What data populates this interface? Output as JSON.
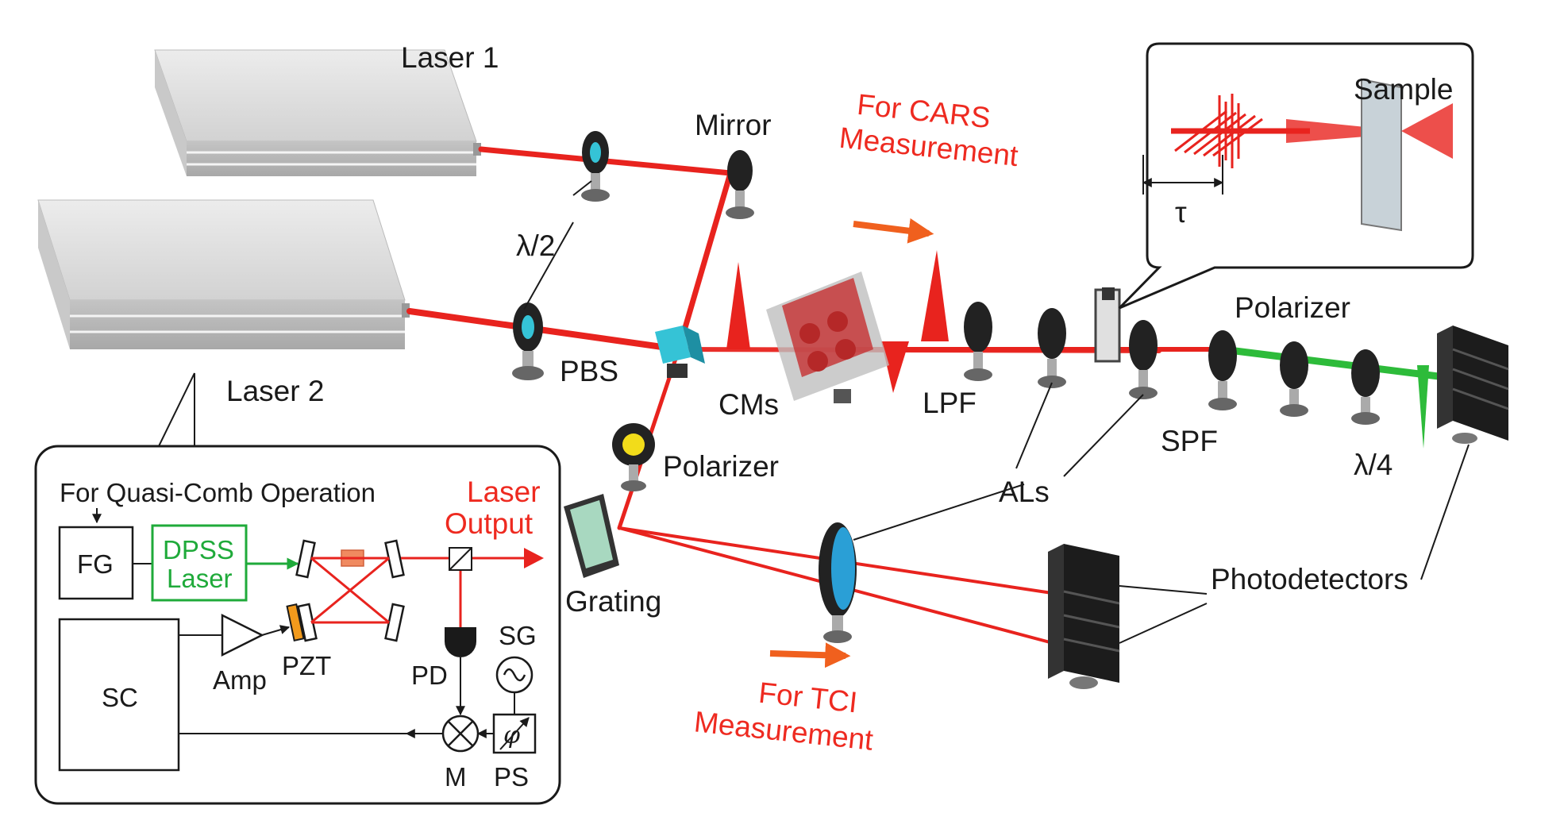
{
  "labels": {
    "laser1": "Laser 1",
    "laser2": "Laser 2",
    "mirror": "Mirror",
    "half_wave": "λ/2",
    "pbs": "PBS",
    "cms": "CMs",
    "lpf": "LPF",
    "polarizer_top": "Polarizer",
    "polarizer_mid": "Polarizer",
    "spf": "SPF",
    "quarter_wave": "λ/4",
    "als": "ALs",
    "photodetectors": "Photodetectors",
    "grating": "Grating",
    "sample": "Sample",
    "tau": "τ",
    "cars_line1": "For CARS",
    "cars_line2": "Measurement",
    "tci_line1": "For TCI",
    "tci_line2": "Measurement"
  },
  "inset": {
    "title": "For Quasi-Comb Operation",
    "fg": "FG",
    "dpss_line1": "DPSS",
    "dpss_line2": "Laser",
    "output_line1": "Laser",
    "output_line2": "Output",
    "sc": "SC",
    "amp": "Amp",
    "pzt": "PZT",
    "pd": "PD",
    "sg": "SG",
    "m": "M",
    "ps": "PS"
  },
  "colors": {
    "beam_red": "#e8231e",
    "beam_green": "#2dbb3a",
    "annotation_red": "#ee2a20",
    "arrow_orange": "#f0601e",
    "mount_black": "#222222",
    "pbs_cyan": "#35c3d6",
    "lens_blue": "#2a9fd6",
    "laser_housing": "#d8d8d8"
  }
}
